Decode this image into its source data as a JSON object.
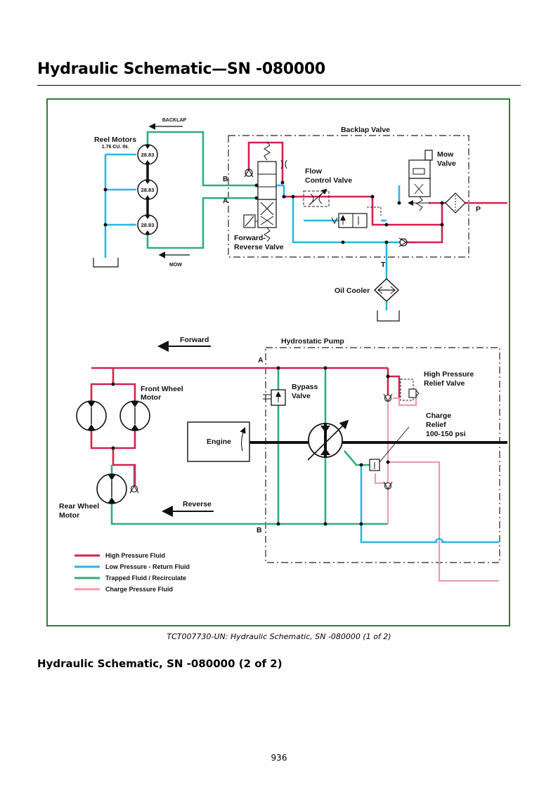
{
  "page": {
    "title": "Hydraulic Schematic—SN -080000",
    "caption": "TCT007730-UN: Hydraulic Schematic, SN -080000 (1 of 2)",
    "subheading": "Hydraulic Schematic, SN -080000 (2 of 2)",
    "page_number": "936"
  },
  "colors": {
    "high_pressure": "#d6204e",
    "low_pressure": "#29b6e6",
    "trapped": "#2fae7a",
    "charge": "#f09aae",
    "frame": "#2d7a3a"
  },
  "schematic": {
    "reel_motors_title": "Reel Motors",
    "reel_motors_disp": "1.76 CU. IN.",
    "motor_values": [
      "28.83",
      "28.83",
      "28.83"
    ],
    "backlap_arrow_label": "BACKLAP",
    "mow_arrow_label": "MOW",
    "backlap_valve": "Backlap Valve",
    "mow_valve": [
      "Mow",
      "Valve"
    ],
    "flow_control_valve": [
      "Flow",
      "Control Valve"
    ],
    "forward_reverse_valve": [
      "Forward-",
      "Reverse Valve"
    ],
    "port_b": "B",
    "port_a": "A",
    "port_p": "P",
    "port_t": "T",
    "oil_cooler": "Oil Cooler",
    "forward": "Forward",
    "reverse": "Reverse",
    "hydrostatic_pump": "Hydrostatic Pump",
    "pump_port_a": "A",
    "pump_port_b": "B",
    "front_wheel_motor": [
      "Front Wheel",
      "Motor"
    ],
    "rear_wheel_motor": [
      "Rear Wheel",
      "Motor"
    ],
    "bypass_valve": [
      "Bypass",
      "Valve"
    ],
    "high_pressure_relief": [
      "High Pressure",
      "Relief Valve"
    ],
    "charge_relief": [
      "Charge",
      "Relief",
      "100-150 psi"
    ],
    "engine": "Engine"
  },
  "legend": [
    {
      "label": "High Pressure Fluid",
      "color": "#d6204e"
    },
    {
      "label": "Low Pressure - Return Fluid",
      "color": "#29b6e6"
    },
    {
      "label": "Trapped Fluid / Recirculate",
      "color": "#2fae7a"
    },
    {
      "label": "Charge Pressure Fluid",
      "color": "#f09aae"
    }
  ]
}
